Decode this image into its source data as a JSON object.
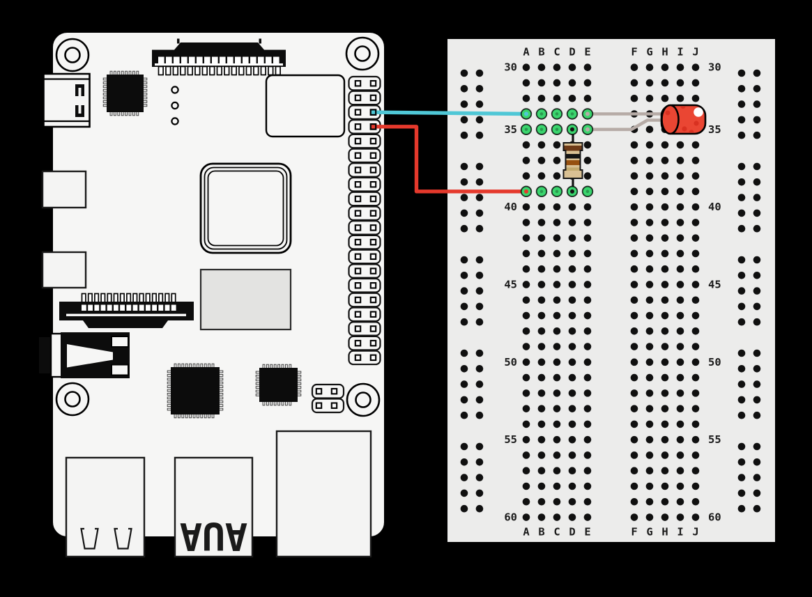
{
  "breadboard": {
    "colors": {
      "board": "#ECECEB",
      "hole": "#101010",
      "connected": "#3BD56E",
      "label": "#1A1A1A"
    },
    "rows_total": 30,
    "column_labels_left": [
      "A",
      "B",
      "C",
      "D",
      "E"
    ],
    "column_labels_right": [
      "F",
      "G",
      "H",
      "I",
      "J"
    ],
    "row_labels": [
      {
        "text": "30",
        "row": 0
      },
      {
        "text": "35",
        "row": 4
      },
      {
        "text": "40",
        "row": 9
      },
      {
        "text": "45",
        "row": 14
      },
      {
        "text": "50",
        "row": 19
      },
      {
        "text": "55",
        "row": 24
      },
      {
        "text": "60",
        "row": 29
      }
    ],
    "green_holes": {
      "rows": [
        3,
        4,
        8
      ],
      "cols": [
        "A",
        "B",
        "C",
        "D",
        "E"
      ],
      "markers": [
        {
          "col": "A",
          "row": 3,
          "marker": "cyan_wire"
        },
        {
          "col": "E",
          "row": 3,
          "marker": "lead"
        },
        {
          "col": "D",
          "row": 4,
          "marker": "resistor_lead"
        },
        {
          "col": "E",
          "row": 4,
          "marker": "lead"
        },
        {
          "col": "A",
          "row": 8,
          "marker": "red_wire"
        },
        {
          "col": "D",
          "row": 8,
          "marker": "resistor_lead"
        }
      ]
    }
  },
  "raspberry_pi": {
    "colors": {
      "board": "#F6F6F5",
      "outline": "#000000",
      "chip": "#0C0C0C",
      "ram": "#E3E3E1"
    },
    "gpio_rows": 20,
    "usb_port_text": "AUA"
  },
  "components": {
    "cyan_wire": {
      "color": "#4FC7D6",
      "gpio_row": 3,
      "breadboard_row": 3,
      "column": "A"
    },
    "red_wire": {
      "color": "#E5392C",
      "gpio_row": 4,
      "breadboard_row": 8,
      "column": "A"
    },
    "led": {
      "body": "#EA4633",
      "spots": "#D93121",
      "highlight": "#FFFFFF",
      "rows": [
        3,
        4
      ]
    },
    "leads": {
      "color": "#B6ABA6"
    },
    "resistor": {
      "body": "#D9C093",
      "bands": [
        "#6E3A17",
        "#141414",
        "#96500F",
        "#C2A96D"
      ],
      "lead": "#141414",
      "from": {
        "col": "D",
        "row": 4
      },
      "to": {
        "col": "D",
        "row": 8
      }
    }
  }
}
